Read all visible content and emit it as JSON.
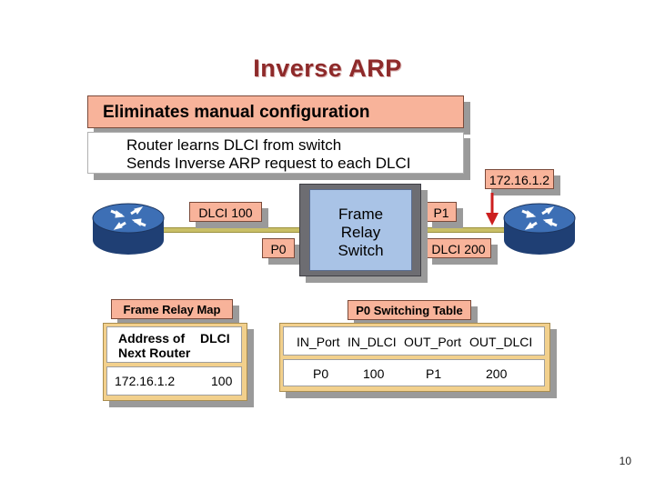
{
  "title": "Inverse ARP",
  "banner": "Eliminates manual configuration",
  "info_lines": [
    "Router learns DLCI from switch",
    "Sends Inverse ARP request to each DLCI"
  ],
  "remote_ip": "172.16.1.2",
  "labels": {
    "dlci_100": "DLCI 100",
    "p0": "P0",
    "p1": "P1",
    "dlci_200": "DLCI 200"
  },
  "switch_lines": [
    "Frame",
    "Relay",
    "Switch"
  ],
  "frame_relay_map": {
    "title": "Frame Relay Map",
    "headers": [
      "Address of\nNext Router",
      "DLCI"
    ],
    "row": [
      "172.16.1.2",
      "100"
    ]
  },
  "switching_table": {
    "title": "P0 Switching Table",
    "headers": [
      "IN_Port",
      "IN_DLCI",
      "OUT_Port",
      "OUT_DLCI"
    ],
    "row": [
      "P0",
      "100",
      "P1",
      "200"
    ]
  },
  "page_number": "10",
  "colors": {
    "title": "#8e2a2a",
    "label_fill": "#f8b39a",
    "table_panel": "#f2d08c",
    "switch_fill": "#a9c3e6",
    "router_fill": "#3d6fb5",
    "link": "#c9bf67",
    "arrow": "#cc1f1f"
  }
}
